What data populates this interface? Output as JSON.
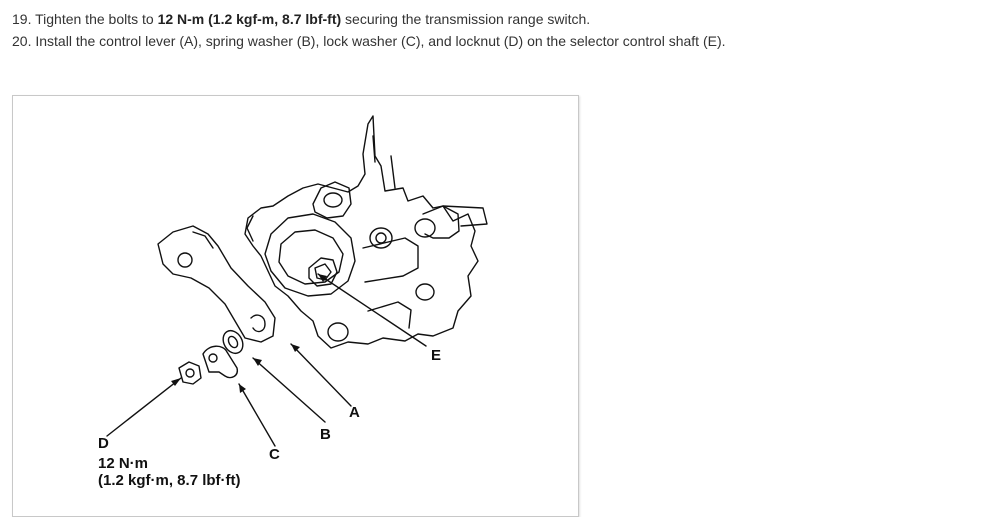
{
  "steps": [
    {
      "number": "19.",
      "pre": "Tighten the bolts to ",
      "bold": "12 N-m (1.2 kgf-m, 8.7 lbf-ft)",
      "post": " securing the transmission range switch."
    },
    {
      "number": "20.",
      "text": "Install the control lever (A), spring washer (B), lock washer (C), and locknut (D) on the selector control shaft (E)."
    }
  ],
  "figure": {
    "callouts": {
      "a": "A",
      "b": "B",
      "c": "C",
      "d": "D",
      "e": "E"
    },
    "torque_line1": "12 N·m",
    "torque_line2": "(1.2 kgf·m, 8.7 lbf·ft)"
  }
}
